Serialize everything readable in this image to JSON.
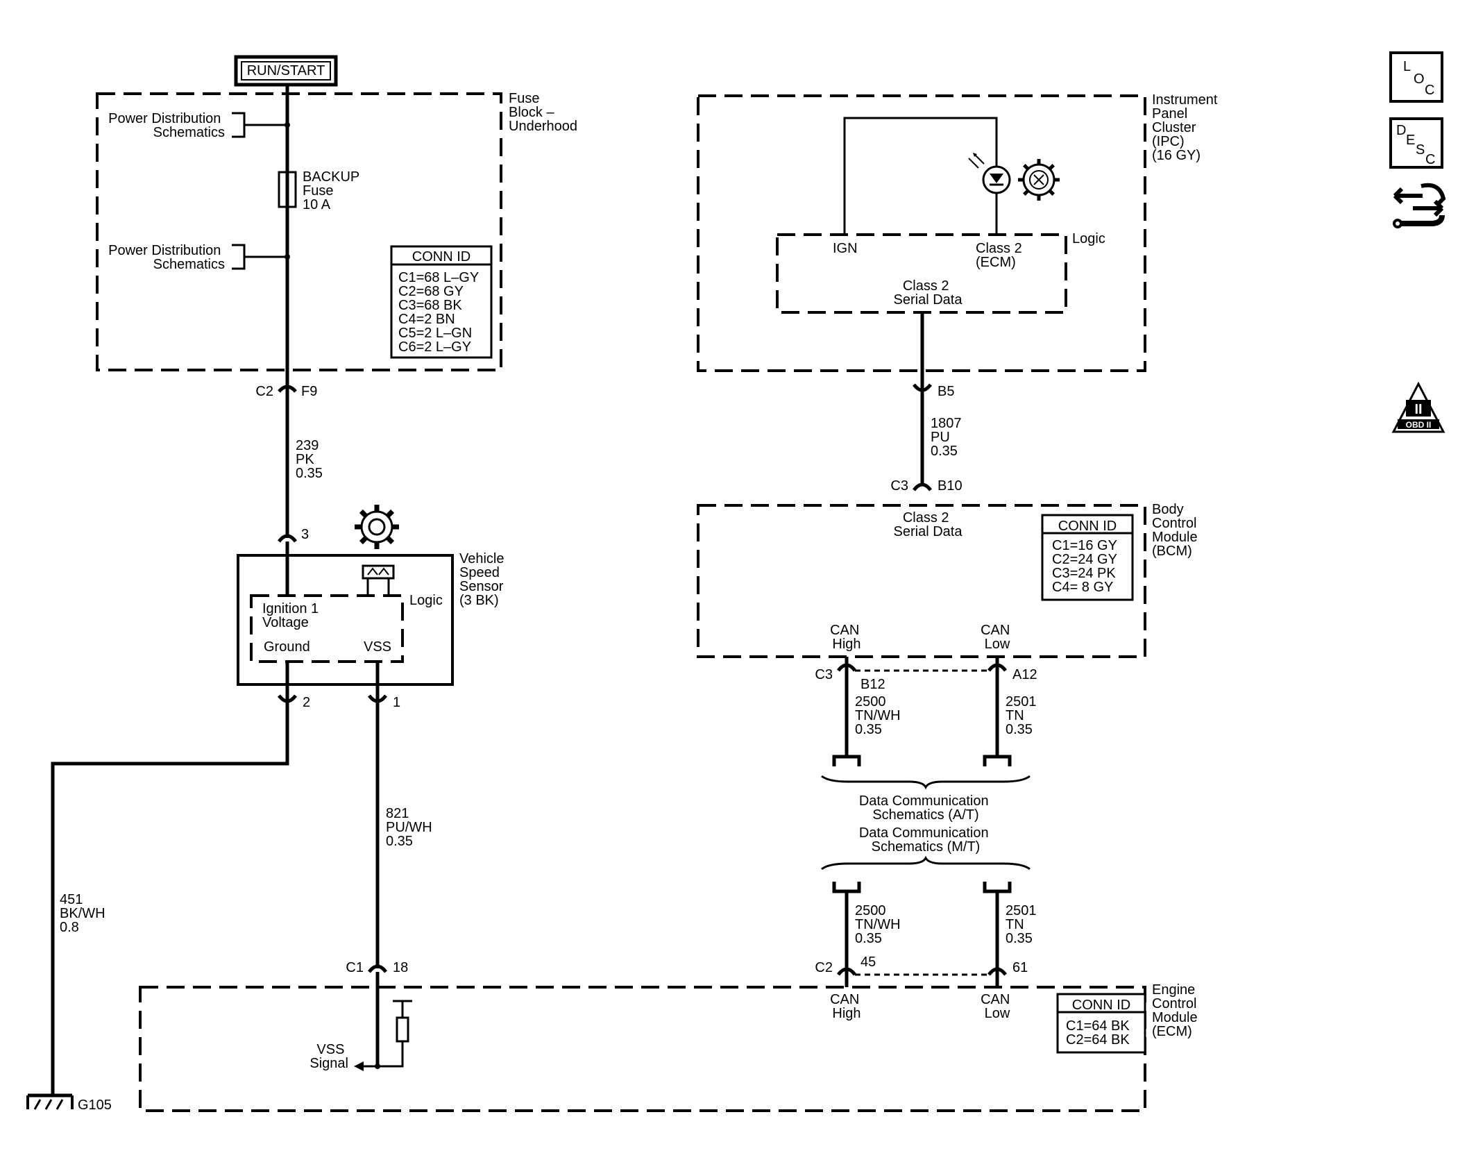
{
  "power_source": "RUN/START",
  "fuse_block": {
    "title": [
      "Fuse",
      "Block –",
      "Underhood"
    ],
    "power_dist_1": [
      "Power Distribution",
      "Schematics"
    ],
    "power_dist_2": [
      "Power Distribution",
      "Schematics"
    ],
    "fuse": [
      "BACKUP",
      "Fuse",
      "10 A"
    ],
    "conn_id": {
      "title": "CONN ID",
      "rows": [
        "C1=68 L–GY",
        "C2=68 GY",
        "C3=68 BK",
        "C4=2 BN",
        "C5=2 L–GN",
        "C6=2 L–GY"
      ]
    }
  },
  "conn_c2_f9": {
    "left": "C2",
    "right": "F9"
  },
  "wire_239": [
    "239",
    "PK",
    "0.35"
  ],
  "vss": {
    "title": [
      "Vehicle",
      "Speed",
      "Sensor",
      "(3 BK)"
    ],
    "pin_3": "3",
    "logic": "Logic",
    "ign_voltage": [
      "Ignition 1",
      "Voltage"
    ],
    "ground": "Ground",
    "vss": "VSS",
    "pin_2": "2",
    "pin_1": "1"
  },
  "wire_451": [
    "451",
    "BK/WH",
    "0.8"
  ],
  "ground_label": "G105",
  "wire_821": [
    "821",
    "PU/WH",
    "0.35"
  ],
  "conn_c1_18": {
    "left": "C1",
    "right": "18"
  },
  "ecm": {
    "title": [
      "Engine",
      "Control",
      "Module",
      "(ECM)"
    ],
    "vss_signal": [
      "VSS",
      "Signal"
    ],
    "can_high": [
      "CAN",
      "High"
    ],
    "can_low": [
      "CAN",
      "Low"
    ],
    "conn_id": {
      "title": "CONN ID",
      "rows": [
        "C1=64 BK",
        "C2=64 BK"
      ]
    }
  },
  "ipc": {
    "title": [
      "Instrument",
      "Panel",
      "Cluster",
      "(IPC)",
      "(16 GY)"
    ],
    "logic": "Logic",
    "ign": "IGN",
    "class2_ecm": [
      "Class 2",
      "(ECM)"
    ],
    "serial_data": [
      "Class 2",
      "Serial Data"
    ]
  },
  "conn_b5": "B5",
  "wire_1807": [
    "1807",
    "PU",
    "0.35"
  ],
  "conn_c3_b10": {
    "left": "C3",
    "right": "B10"
  },
  "bcm": {
    "title": [
      "Body",
      "Control",
      "Module",
      "(BCM)"
    ],
    "serial_data": [
      "Class 2",
      "Serial Data"
    ],
    "can_high": [
      "CAN",
      "High"
    ],
    "can_low": [
      "CAN",
      "Low"
    ],
    "conn_id": {
      "title": "CONN ID",
      "rows": [
        "C1=16 GY",
        "C2=24 GY",
        "C3=24 PK",
        "C4=  8 GY"
      ]
    }
  },
  "conn_bcm_can": {
    "c3": "C3",
    "b12": "B12",
    "a12": "A12"
  },
  "wire_2500_top": [
    "2500",
    "TN/WH",
    "0.35"
  ],
  "wire_2501_top": [
    "2501",
    "TN",
    "0.35"
  ],
  "data_comm_at": [
    "Data Communication",
    "Schematics (A/T)"
  ],
  "data_comm_mt": [
    "Data Communication",
    "Schematics (M/T)"
  ],
  "wire_2500_bot": [
    "2500",
    "TN/WH",
    "0.35"
  ],
  "wire_2501_bot": [
    "2501",
    "TN",
    "0.35"
  ],
  "conn_ecm_can": {
    "c2": "C2",
    "p45": "45",
    "p61": "61"
  },
  "side_icons": {
    "loc": [
      "L",
      "O",
      "C"
    ],
    "desc": [
      "D",
      "E",
      "S",
      "C"
    ],
    "obd": [
      "II",
      "OBD II"
    ],
    "icon_names": [
      "loc-icon",
      "desc-icon",
      "service-icon",
      "obd-ii-icon"
    ]
  }
}
